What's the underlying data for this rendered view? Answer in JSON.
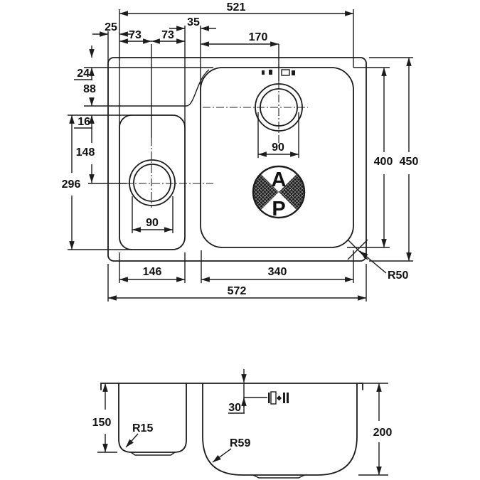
{
  "top_view": {
    "dim_572": "572",
    "dim_521": "521",
    "dim_25": "25",
    "dim_73_left": "73",
    "dim_73_right": "73",
    "dim_35": "35",
    "dim_170": "170",
    "dim_24": "24",
    "dim_88": "88",
    "dim_16": "16",
    "dim_148": "148",
    "dim_296": "296",
    "dim_400": "400",
    "dim_450": "450",
    "dim_146": "146",
    "dim_340": "340",
    "dim_90_main": "90",
    "dim_90_small": "90",
    "radius_corner": "R50"
  },
  "side_view": {
    "dim_150": "150",
    "dim_200": "200",
    "dim_30": "30",
    "radius_small_bowl": "R15",
    "radius_main_bowl": "R59"
  },
  "logo": {
    "letter_top": "A",
    "letter_bottom": "P"
  },
  "colors": {
    "line": "#1c1c1c",
    "background": "#ffffff"
  }
}
